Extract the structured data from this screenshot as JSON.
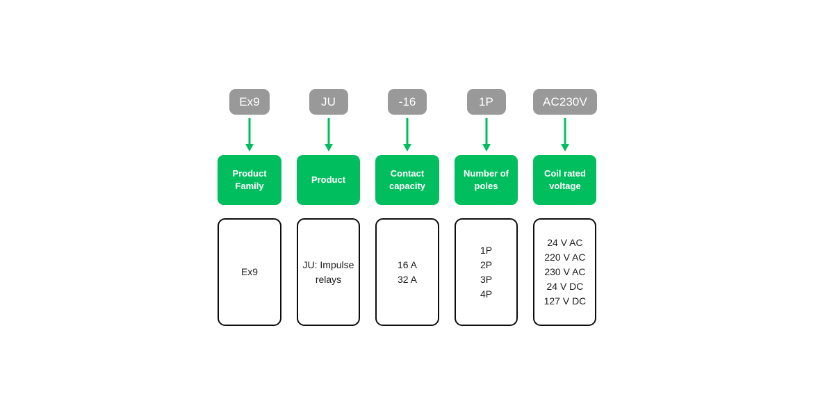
{
  "diagram": {
    "type": "product-code-breakdown",
    "colors": {
      "code_pill": "#999999",
      "label_box": "#00be5e",
      "arrow": "#00be5e",
      "detail_border": "#0d0d0d",
      "background": "#ffffff"
    },
    "columns": [
      {
        "code": "Ex9",
        "label": "Product\nFamily",
        "details": "Ex9",
        "arrow_icon": "arrow-down-icon"
      },
      {
        "code": "JU",
        "label": "Product",
        "details": "JU: Impulse relays",
        "arrow_icon": "arrow-down-icon"
      },
      {
        "code": "-16",
        "label": "Contact\ncapacity",
        "details": "16 A\n32 A",
        "arrow_icon": "arrow-down-icon"
      },
      {
        "code": "1P",
        "label": "Number of\npoles",
        "details": "1P\n2P\n3P\n4P",
        "arrow_icon": "arrow-down-icon"
      },
      {
        "code": "AC230V",
        "label": "Coil rated\nvoltage",
        "details": "24 V AC\n220 V AC\n230 V AC\n24 V DC\n127 V DC",
        "arrow_icon": "arrow-down-icon"
      }
    ]
  }
}
